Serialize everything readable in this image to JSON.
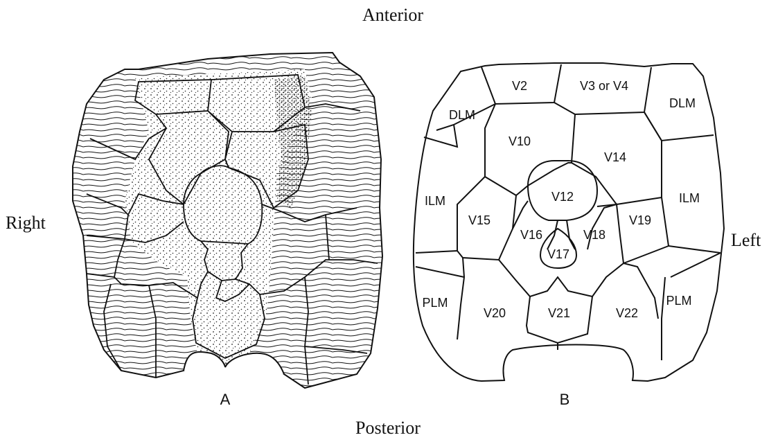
{
  "orientation": {
    "anterior": "Anterior",
    "posterior": "Posterior",
    "right": "Right",
    "left": "Left"
  },
  "panels": {
    "a_label": "A",
    "b_label": "B"
  },
  "scutes": {
    "v2": "V2",
    "v3_or_v4": "V3 or V4",
    "dlm_right": "DLM",
    "dlm_left": "DLM",
    "v10": "V10",
    "v14": "V14",
    "v12": "V12",
    "ilm_right": "ILM",
    "ilm_left": "ILM",
    "v15": "V15",
    "v16": "V16",
    "v18": "V18",
    "v19": "V19",
    "v17": "V17",
    "plm_right": "PLM",
    "plm_left": "PLM",
    "v20": "V20",
    "v21": "V21",
    "v22": "V22"
  }
}
